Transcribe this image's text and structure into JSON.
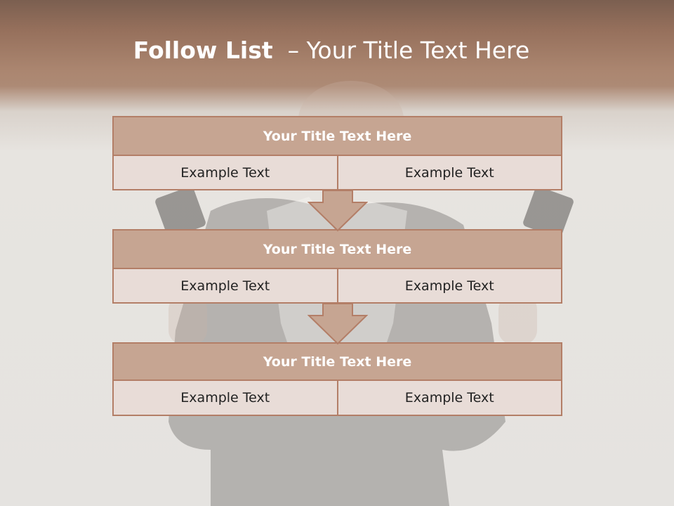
{
  "slide": {
    "title_bold": "Follow List",
    "title_rest": "  – Your Title Text Here"
  },
  "blocks": [
    {
      "header": "Your Title Text Here",
      "left": "Example Text",
      "right": "Example Text"
    },
    {
      "header": "Your Title Text Here",
      "left": "Example Text",
      "right": "Example Text"
    },
    {
      "header": "Your Title Text Here",
      "left": "Example Text",
      "right": "Example Text"
    }
  ],
  "colors": {
    "header_fill": "#c6a592",
    "border": "#b37e67",
    "cell_fill": "#e8dcd7",
    "banner": "#a4806b"
  }
}
